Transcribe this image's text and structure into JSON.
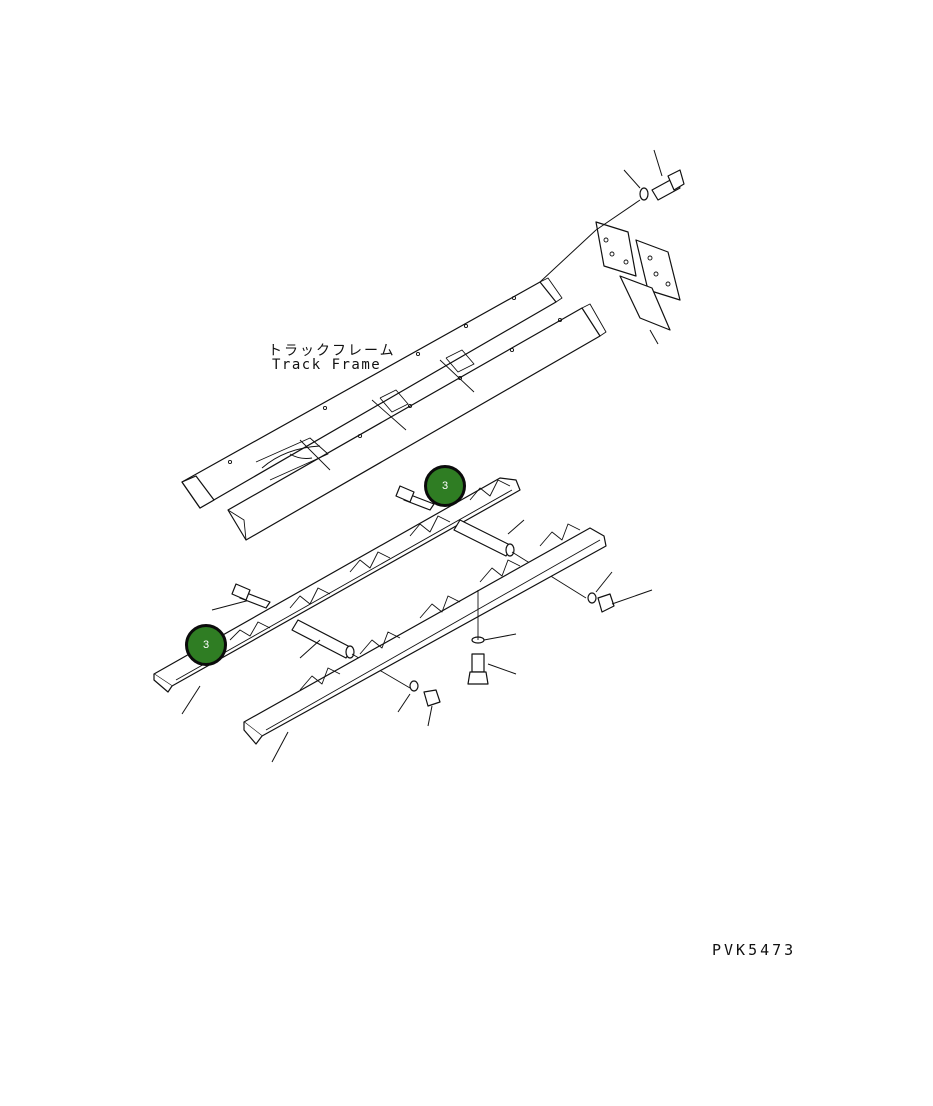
{
  "labels": {
    "track_frame_jp": "トラックフレーム",
    "track_frame_en": "Track Frame",
    "drawing_code": "PVK5473"
  },
  "callouts": [
    {
      "number": "3"
    },
    {
      "number": "3"
    }
  ],
  "colors": {
    "callout_fill": "#2f7d23",
    "callout_border": "#0b0b0b",
    "line": "#111111",
    "background": "#ffffff"
  }
}
